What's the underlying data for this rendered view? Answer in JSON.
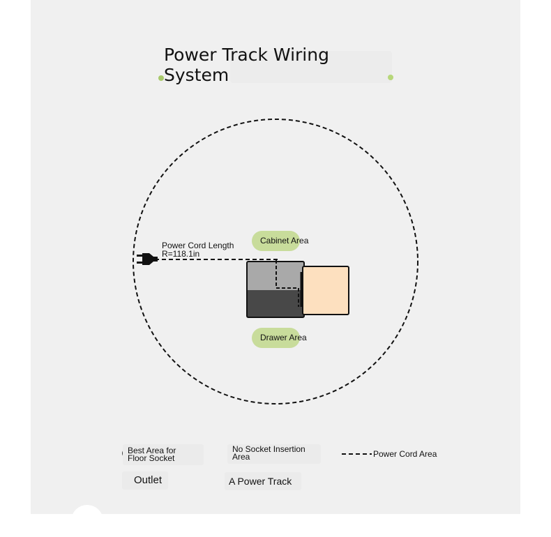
{
  "title": {
    "line1": "Power Track Wiring",
    "line2": "System"
  },
  "diagram": {
    "cord_label": {
      "line1": "Power Cord Length",
      "line2": "R=118.1in"
    },
    "cabinet_label": "Cabinet Area",
    "drawer_label": "Drawer Area"
  },
  "legend": {
    "best_area": {
      "line1": "Best Area for",
      "line2": "Floor Socket"
    },
    "no_socket": {
      "line1": "No Socket Insertion",
      "line2": "Area"
    },
    "cord_area": "Power Cord Area",
    "outlet": "Outlet",
    "power_track": "A Power Track"
  },
  "colors": {
    "panel_bg": "#f0f0f0",
    "pill_green": "#c8dc9b",
    "cabinet_gray": "#a9a9a9",
    "drawer_dark": "#484848",
    "side_peach": "#fde0bf",
    "accent_green": "#a8c96b"
  }
}
